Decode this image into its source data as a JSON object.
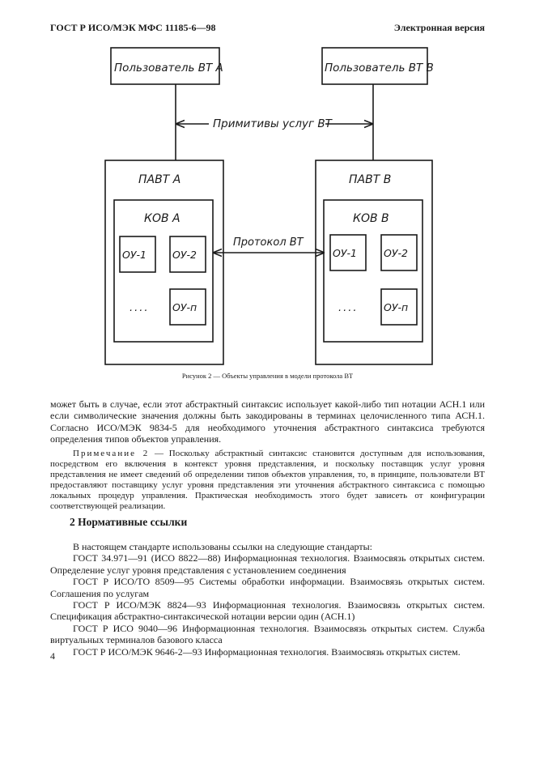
{
  "header": {
    "left": "ГОСТ Р ИСО/МЭК МФС 11185-6—98",
    "right": "Электронная версия"
  },
  "figure": {
    "user_a": "Пользователь ВТ А",
    "user_b": "Пользователь ВТ В",
    "primitives": "Примитивы услуг ВТ",
    "pavt_a": "ПАВТ А",
    "pavt_b": "ПАВТ В",
    "kov_a": "КОВ А",
    "kov_b": "КОВ В",
    "protocol": "Протокол ВТ",
    "ou1": "ОУ-1",
    "ou2": "ОУ-2",
    "oun": "ОУ-п",
    "dots": "....",
    "caption": "Рисунок 2 — Объекты управления в модели протокола ВТ"
  },
  "body": {
    "para1": "может быть в случае, если этот абстрактный синтаксис использует какой-либо тип нотации АСН.1 или если символические значения должны быть закодированы в терминах целочисленного типа АСН.1. Согласно ИСО/МЭК 9834-5 для необходимого уточнения абстрактного синтаксиса требуются определения типов объектов управления.",
    "note_label": "Примечание 2",
    "note_text": " — Поскольку абстрактный синтаксис становится доступным для использования, посредством его включения в контекст уровня представления, и поскольку поставщик услуг уровня представления не имеет сведений об определении типов объектов управления, то, в принципе, пользователи ВТ предоставляют поставщику услуг уровня представления эти уточнения абстрактного синтаксиса с помощью локальных процедур управления. Практическая необходимость этого будет зависеть от конфигурации соответствующей реализации.",
    "section_title": "2  Нормативные ссылки",
    "refs": [
      "В настоящем стандарте использованы ссылки на следующие стандарты:",
      "ГОСТ 34.971—91 (ИСО 8822—88) Информационная технология. Взаимосвязь открытых систем. Определение услуг уровня представления с установлением соединения",
      "ГОСТ Р ИСО/ТО 8509—95 Системы обработки информации. Взаимосвязь открытых систем. Соглашения по услугам",
      "ГОСТ Р ИСО/МЭК 8824—93 Информационная технология. Взаимосвязь открытых систем. Спецификация абстрактно-синтаксической нотации версии один (АСН.1)",
      "ГОСТ Р ИСО 9040—96 Информационная технология. Взаимосвязь открытых систем. Служба виртуальных терминалов базового класса",
      "ГОСТ Р ИСО/МЭК 9646-2—93 Информационная технология. Взаимосвязь открытых систем."
    ],
    "page_number": "4"
  }
}
